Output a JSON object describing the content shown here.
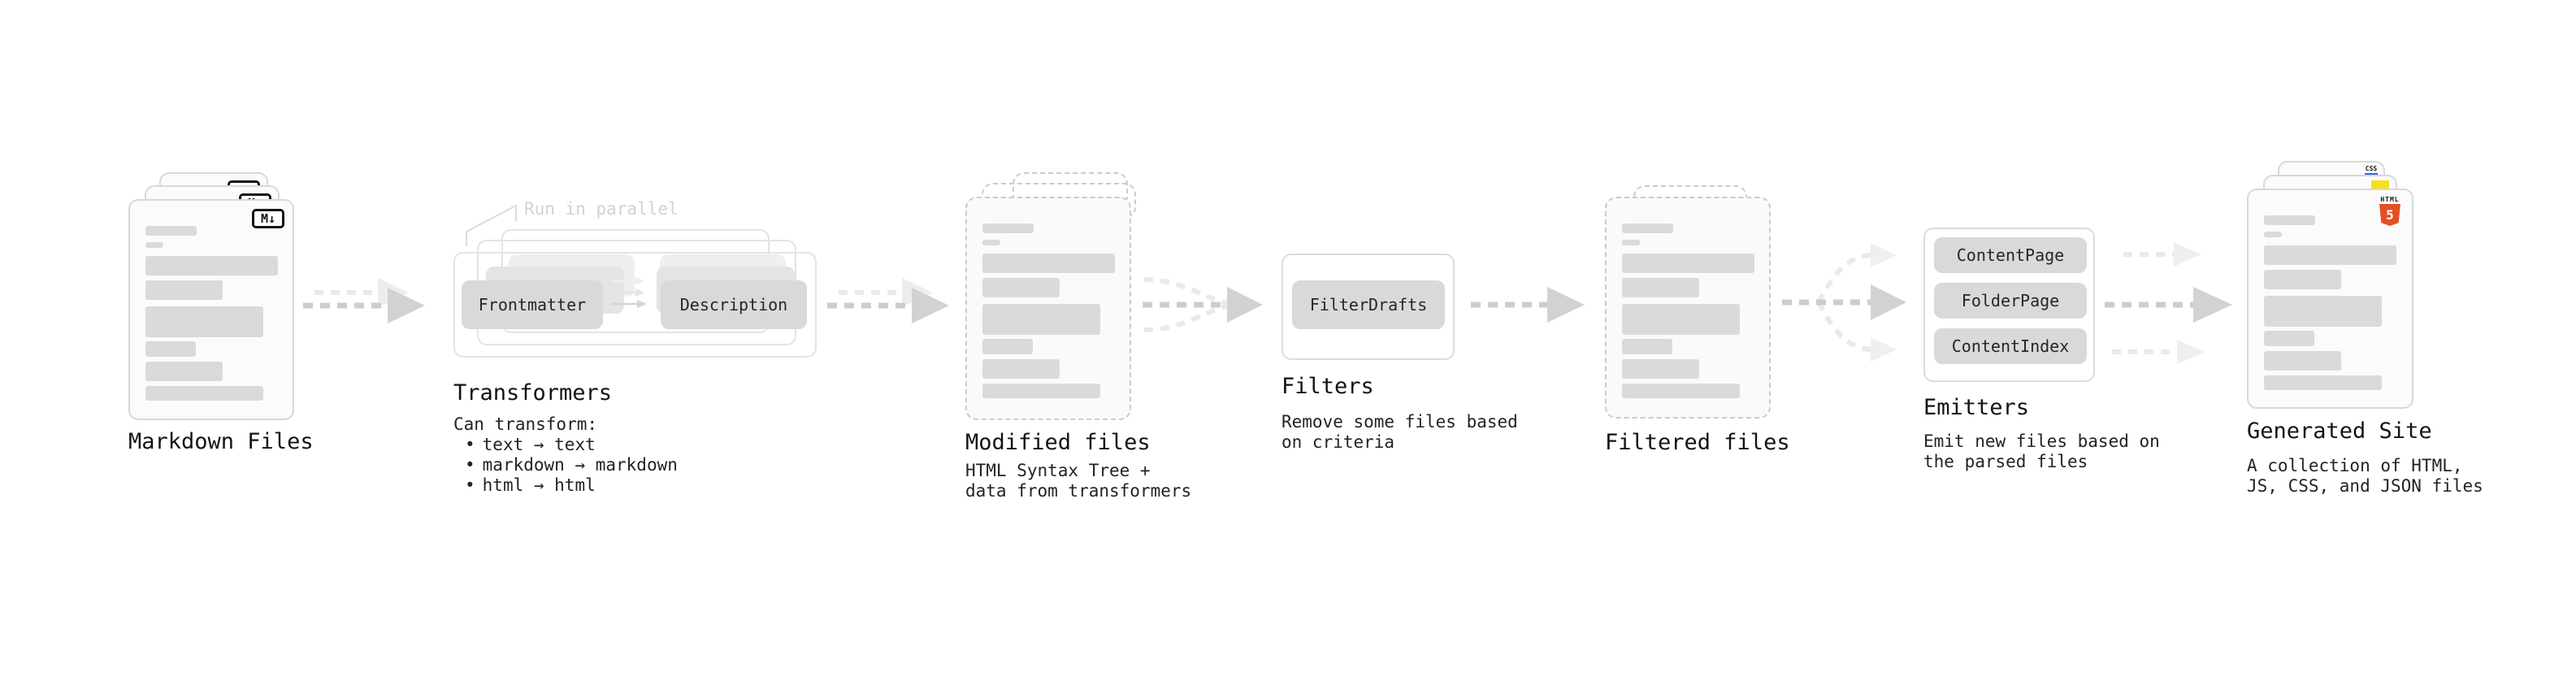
{
  "stages": {
    "markdown_files": {
      "label": "Markdown Files",
      "file_icon_glyph": "M↓"
    },
    "transformers": {
      "label": "Transformers",
      "annotation": "Run in parallel",
      "input_box": "Frontmatter",
      "output_box": "Description",
      "note_title": "Can transform:",
      "bullet_glyph": "•",
      "bullets": [
        "text → text",
        "markdown → markdown",
        "html → html"
      ]
    },
    "modified_files": {
      "label": "Modified files",
      "description": "HTML Syntax Tree +\ndata from transformers"
    },
    "filters": {
      "label": "Filters",
      "box": "FilterDrafts",
      "description": "Remove some files based\non criteria"
    },
    "filtered_files": {
      "label": "Filtered files"
    },
    "emitters": {
      "label": "Emitters",
      "boxes": [
        "ContentPage",
        "FolderPage",
        "ContentIndex"
      ],
      "description": "Emit new files based on\nthe parsed files"
    },
    "generated_site": {
      "label": "Generated Site",
      "description": "A collection of HTML,\nJS, CSS, and JSON files",
      "css_icon_text": "CSS",
      "html_icon_text": "HTML",
      "html_icon_number": "5"
    }
  },
  "colors": {
    "html5_orange": "#e34f26",
    "js_yellow": "#f7df1e",
    "css_blue": "#2965f1",
    "box_gray": "#d9d9d9",
    "card_border_gray": "#d8d8d8",
    "arrow_dark_gray": "#cdcdcd",
    "arrow_light_gray": "#e9e9e9",
    "text_black": "#141414",
    "annotation_gray": "#d2d2d2"
  }
}
